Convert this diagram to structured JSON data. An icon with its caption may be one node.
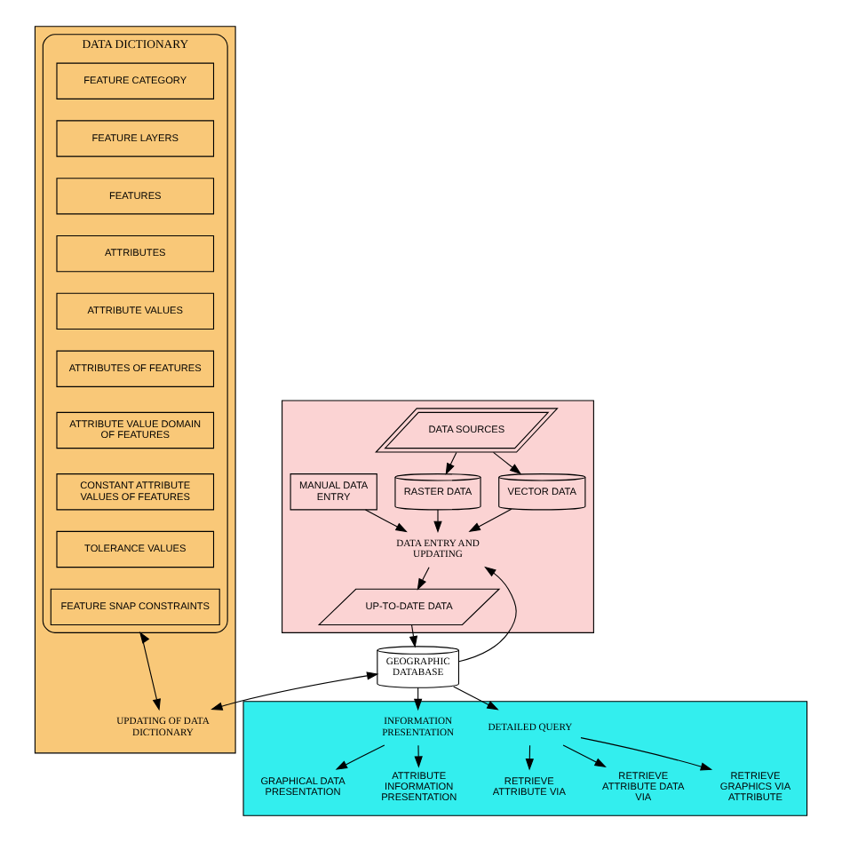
{
  "diagram": {
    "nodes": [
      {
        "text": [],
        "shape": "box"
      },
      {
        "text": [
          "DATA DICTIONARY"
        ],
        "in": 0
      },
      {
        "text": [
          "FEATURE CATEGORY"
        ],
        "in": 1
      },
      {
        "text": [
          "FEATURE LAYERS"
        ],
        "in": 1
      },
      {
        "text": [
          "FEATURES"
        ],
        "in": 1
      },
      {
        "text": [
          "ATTRIBUTES"
        ],
        "in": 1
      },
      {
        "text": [
          "ATTRIBUTE VALUES"
        ],
        "in": 1
      },
      {
        "text": [
          "ATTRIBUTES OF FEATURES"
        ],
        "in": 1
      },
      {
        "text": [
          "ATTRIBUTE VALUE DOMAIN OF FEATURES"
        ],
        "in": 1
      },
      {
        "text": [
          "CONSTANT ATTRIBUTE VALUES OF FEATURES"
        ],
        "in": 1
      },
      {
        "text": [
          "TOLERANCE VALUES"
        ],
        "in": 1
      },
      {
        "text": [
          "FEATURE SNAP CONSTRAINTS"
        ],
        "in": 1
      },
      {
        "text": [
          "UPDATING OF DATA DICTIONARY"
        ],
        "in": 0
      },
      {
        "text": [],
        "shape": "box"
      },
      {
        "text": [
          "DATA SOURCES"
        ],
        "in": 13
      },
      {
        "text": [
          "RASTER DATA"
        ],
        "in": 13
      },
      {
        "text": [
          "VECTOR DATA"
        ],
        "in": 13
      },
      {
        "text": [
          "MANUAL DATA ENTRY"
        ],
        "in": 13
      },
      {
        "text": [
          "DATA ENTRY AND UPDATING"
        ],
        "in": 13
      },
      {
        "text": [
          "UP-TO-DATE DATA"
        ],
        "in": 13
      },
      {
        "text": [
          "GEOGRAPHIC DATABASE"
        ]
      },
      {
        "text": [],
        "shape": "box"
      },
      {
        "text": [
          "INFORMATION PRESENTATION"
        ],
        "in": 21
      },
      {
        "text": [
          "DETAILED QUERY"
        ],
        "in": 21
      },
      {
        "text": [
          "GRAPHICAL DATA PRESENTATION"
        ],
        "in": 21
      },
      {
        "text": [
          "ATTRIBUTE INFORMATION PRESENTATION"
        ],
        "in": 21
      },
      {
        "text": [
          "RETRIEVE ATTRIBUTE DATA VIA"
        ],
        "in": 21
      },
      {
        "text": [
          "RETRIEVE GRAPHICS VIA ATTRIBUTE"
        ],
        "in": 21
      },
      {
        "text": [
          "RETRIEVE ATTRIBUTE VIA"
        ],
        "in": 21
      }
    ],
    "edges": [
      {
        "from": 1,
        "to": 12,
        "arrow": "both"
      },
      {
        "from": 14,
        "to": 15,
        "arrow": "to"
      },
      {
        "from": 14,
        "to": 16,
        "arrow": "to"
      },
      {
        "from": 15,
        "to": 18,
        "arrow": "to"
      },
      {
        "from": 16,
        "to": 18,
        "arrow": "to"
      },
      {
        "from": 17,
        "to": 18,
        "arrow": "to"
      },
      {
        "from": 18,
        "to": 19,
        "arrow": "to"
      },
      {
        "from": 19,
        "to": 20,
        "arrow": "to"
      },
      {
        "from": 20,
        "to": 18,
        "arrow": "to"
      },
      {
        "from": 20,
        "to": 12,
        "arrow": "both"
      },
      {
        "from": 20,
        "to": 22,
        "arrow": "to"
      },
      {
        "from": 20,
        "to": 23,
        "arrow": "to"
      },
      {
        "from": 22,
        "to": 24,
        "arrow": "to"
      },
      {
        "from": 22,
        "to": 25,
        "arrow": "to"
      },
      {
        "from": 23,
        "to": 26,
        "arrow": "to"
      },
      {
        "from": 23,
        "to": 27,
        "arrow": "to"
      },
      {
        "from": 23,
        "to": 28,
        "arrow": "to"
      }
    ]
  }
}
